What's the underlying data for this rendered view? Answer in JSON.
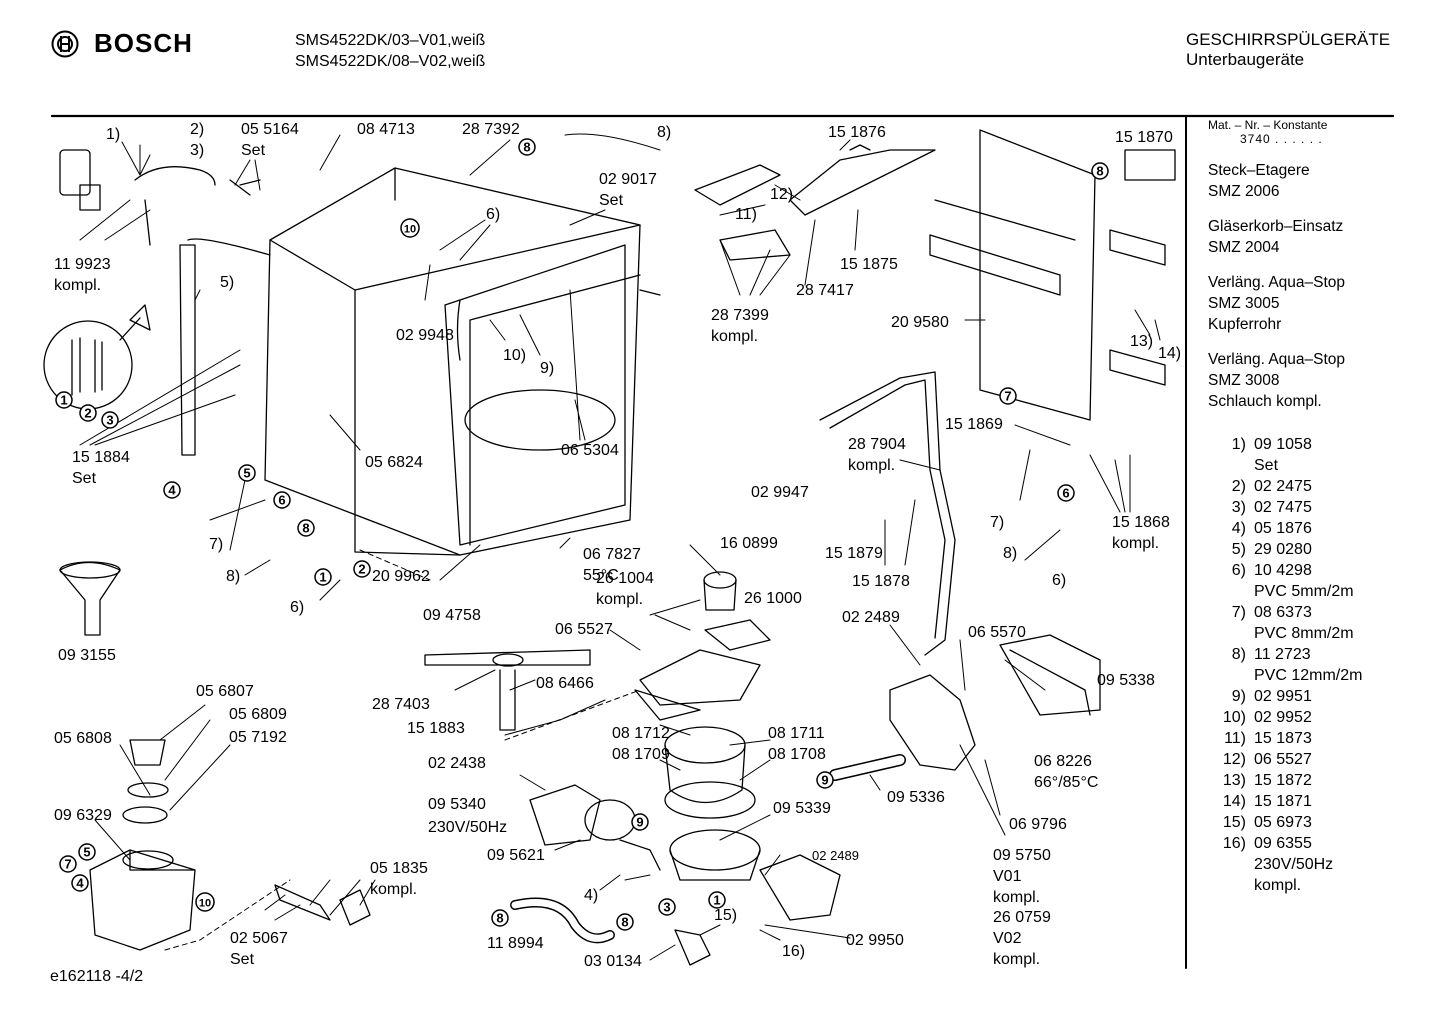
{
  "header": {
    "brand": "BOSCH",
    "models": [
      "SMS4522DK/03–V01,weiß",
      "SMS4522DK/08–V02,weiß"
    ],
    "category": [
      "GESCHIRRSPÜLGERÄTE",
      "Unterbaugeräte"
    ]
  },
  "side_panel": {
    "konstante_label": "Mat. – Nr. – Konstante",
    "konstante_value": "3740 . . . . . .",
    "accessories": [
      [
        "Steck–Etagere",
        "SMZ 2006"
      ],
      [
        "Gläserkorb–Einsatz",
        "SMZ 2004"
      ],
      [
        "Verläng. Aqua–Stop",
        "SMZ 3005",
        "Kupferrohr"
      ],
      [
        "Verläng. Aqua–Stop",
        "SMZ 3008",
        "Schlauch kompl."
      ]
    ],
    "legend": [
      {
        "num": "1)",
        "lines": [
          "09 1058",
          "Set"
        ]
      },
      {
        "num": "2)",
        "lines": [
          "02 2475"
        ]
      },
      {
        "num": "3)",
        "lines": [
          "02 7475"
        ]
      },
      {
        "num": "4)",
        "lines": [
          "05 1876"
        ]
      },
      {
        "num": "5)",
        "lines": [
          "29 0280"
        ]
      },
      {
        "num": "6)",
        "lines": [
          "10 4298",
          "PVC 5mm/2m"
        ]
      },
      {
        "num": "7)",
        "lines": [
          "08 6373",
          "PVC 8mm/2m"
        ]
      },
      {
        "num": "8)",
        "lines": [
          "11 2723",
          "PVC 12mm/2m"
        ]
      },
      {
        "num": "9)",
        "lines": [
          "02 9951"
        ]
      },
      {
        "num": "10)",
        "lines": [
          "02 9952"
        ]
      },
      {
        "num": "11)",
        "lines": [
          "15 1873"
        ]
      },
      {
        "num": "12)",
        "lines": [
          "06 5527"
        ]
      },
      {
        "num": "13)",
        "lines": [
          "15 1872"
        ]
      },
      {
        "num": "14)",
        "lines": [
          "15 1871"
        ]
      },
      {
        "num": "15)",
        "lines": [
          "05 6973"
        ]
      },
      {
        "num": "16)",
        "lines": [
          "09 6355",
          "230V/50Hz",
          "kompl."
        ]
      }
    ]
  },
  "labels": [
    {
      "id": "l-1-top",
      "text": "1)"
    },
    {
      "id": "l-2-top",
      "text": "2)"
    },
    {
      "id": "l-3-top",
      "text": "3)"
    },
    {
      "id": "l-055164",
      "text": "05 5164"
    },
    {
      "id": "l-055164-set",
      "text": "Set"
    },
    {
      "id": "l-084713",
      "text": "08 4713"
    },
    {
      "id": "l-287392",
      "text": "28 7392"
    },
    {
      "id": "l-8-top",
      "text": "8)"
    },
    {
      "id": "l-029017",
      "text": "02 9017"
    },
    {
      "id": "l-029017-set",
      "text": "Set"
    },
    {
      "id": "l-6-top",
      "text": "6)"
    },
    {
      "id": "l-119923",
      "text": "11 9923"
    },
    {
      "id": "l-119923-k",
      "text": "kompl."
    },
    {
      "id": "l-5-left",
      "text": "5)"
    },
    {
      "id": "l-029948",
      "text": "02 9948"
    },
    {
      "id": "l-10-mid",
      "text": "10)"
    },
    {
      "id": "l-9-mid",
      "text": "9)"
    },
    {
      "id": "l-151884",
      "text": "15 1884"
    },
    {
      "id": "l-151884-set",
      "text": "Set"
    },
    {
      "id": "l-056824",
      "text": "05 6824"
    },
    {
      "id": "l-065304",
      "text": "06 5304"
    },
    {
      "id": "l-7-left",
      "text": "7)"
    },
    {
      "id": "l-8-left",
      "text": "8)"
    },
    {
      "id": "l-6-left",
      "text": "6)"
    },
    {
      "id": "l-209962",
      "text": "20 9962"
    },
    {
      "id": "l-094758",
      "text": "09 4758"
    },
    {
      "id": "l-067827",
      "text": "06 7827"
    },
    {
      "id": "l-067827-t",
      "text": "55°C"
    },
    {
      "id": "l-093155",
      "text": "09 3155"
    },
    {
      "id": "l-151876",
      "text": "15 1876"
    },
    {
      "id": "l-12",
      "text": "12)"
    },
    {
      "id": "l-11",
      "text": "11)"
    },
    {
      "id": "l-151875",
      "text": "15 1875"
    },
    {
      "id": "l-287399",
      "text": "28 7399"
    },
    {
      "id": "l-287399-k",
      "text": "kompl."
    },
    {
      "id": "l-287417",
      "text": "28 7417"
    },
    {
      "id": "l-151870",
      "text": "15 1870"
    },
    {
      "id": "l-209580",
      "text": "20 9580"
    },
    {
      "id": "l-13",
      "text": "13)"
    },
    {
      "id": "l-14",
      "text": "14)"
    },
    {
      "id": "l-151869",
      "text": "15 1869"
    },
    {
      "id": "l-287904",
      "text": "28 7904"
    },
    {
      "id": "l-287904-k",
      "text": "kompl."
    },
    {
      "id": "l-029947",
      "text": "02 9947"
    },
    {
      "id": "l-151879",
      "text": "15 1879"
    },
    {
      "id": "l-151878",
      "text": "15 1878"
    },
    {
      "id": "l-7-right",
      "text": "7)"
    },
    {
      "id": "l-8-right",
      "text": "8)"
    },
    {
      "id": "l-6-right",
      "text": "6)"
    },
    {
      "id": "l-151868",
      "text": "15 1868"
    },
    {
      "id": "l-151868-k",
      "text": "kompl."
    },
    {
      "id": "l-160899",
      "text": "16 0899"
    },
    {
      "id": "l-261004",
      "text": "26 1004"
    },
    {
      "id": "l-261004-k",
      "text": "kompl."
    },
    {
      "id": "l-261000",
      "text": "26 1000"
    },
    {
      "id": "l-065527",
      "text": "06 5527"
    },
    {
      "id": "l-022489-a",
      "text": "02 2489"
    },
    {
      "id": "l-065570",
      "text": "06 5570"
    },
    {
      "id": "l-095338",
      "text": "09 5338"
    },
    {
      "id": "l-287403",
      "text": "28 7403"
    },
    {
      "id": "l-086466",
      "text": "08 6466"
    },
    {
      "id": "l-151883",
      "text": "15 1883"
    },
    {
      "id": "l-056807",
      "text": "05 6807"
    },
    {
      "id": "l-056809",
      "text": "05 6809"
    },
    {
      "id": "l-056808",
      "text": "05 6808"
    },
    {
      "id": "l-057192",
      "text": "05 7192"
    },
    {
      "id": "l-096329",
      "text": "09 6329"
    },
    {
      "id": "l-081712",
      "text": "08 1712"
    },
    {
      "id": "l-081711",
      "text": "08 1711"
    },
    {
      "id": "l-081709",
      "text": "08 1709"
    },
    {
      "id": "l-081708",
      "text": "08 1708"
    },
    {
      "id": "l-022438",
      "text": "02 2438"
    },
    {
      "id": "l-095340",
      "text": "09 5340"
    },
    {
      "id": "l-095340-v",
      "text": "230V/50Hz"
    },
    {
      "id": "l-095339",
      "text": "09 5339"
    },
    {
      "id": "l-095336",
      "text": "09 5336"
    },
    {
      "id": "l-068226",
      "text": "06 8226"
    },
    {
      "id": "l-068226-t",
      "text": "66°/85°C"
    },
    {
      "id": "l-069796",
      "text": "06 9796"
    },
    {
      "id": "l-095621",
      "text": "09 5621"
    },
    {
      "id": "l-022489-b",
      "text": "02 2489"
    },
    {
      "id": "l-051835",
      "text": "05 1835"
    },
    {
      "id": "l-051835-k",
      "text": "kompl."
    },
    {
      "id": "l-4-low",
      "text": "4)"
    },
    {
      "id": "l-15-low",
      "text": "15)"
    },
    {
      "id": "l-16-low",
      "text": "16)"
    },
    {
      "id": "l-025067",
      "text": "02 5067"
    },
    {
      "id": "l-025067-set",
      "text": "Set"
    },
    {
      "id": "l-118994",
      "text": "11 8994"
    },
    {
      "id": "l-030134",
      "text": "03 0134"
    },
    {
      "id": "l-029950",
      "text": "02 9950"
    },
    {
      "id": "l-095750",
      "text": "09 5750"
    },
    {
      "id": "l-095750-v",
      "text": "V01"
    },
    {
      "id": "l-095750-k",
      "text": "kompl."
    },
    {
      "id": "l-260759",
      "text": "26 0759"
    },
    {
      "id": "l-260759-v",
      "text": "V02"
    },
    {
      "id": "l-260759-k",
      "text": "kompl."
    }
  ],
  "circled_markers": [
    {
      "id": "c-8-top",
      "text": "8"
    },
    {
      "id": "c-10-top",
      "text": "10"
    },
    {
      "id": "c-1-box",
      "text": "1"
    },
    {
      "id": "c-2-box",
      "text": "2"
    },
    {
      "id": "c-3-box",
      "text": "3"
    },
    {
      "id": "c-5-left",
      "text": "5"
    },
    {
      "id": "c-4-left",
      "text": "4"
    },
    {
      "id": "c-6-left",
      "text": "6"
    },
    {
      "id": "c-8-left",
      "text": "8"
    },
    {
      "id": "c-1-bot",
      "text": "1"
    },
    {
      "id": "c-2-bot",
      "text": "2"
    },
    {
      "id": "c-8-right",
      "text": "8"
    },
    {
      "id": "c-7-right",
      "text": "7"
    },
    {
      "id": "c-6-right",
      "text": "6"
    },
    {
      "id": "c-9-pump",
      "text": "9"
    },
    {
      "id": "c-9-mid",
      "text": "9"
    },
    {
      "id": "c-7-sump",
      "text": "7"
    },
    {
      "id": "c-5-sump",
      "text": "5"
    },
    {
      "id": "c-4-sump",
      "text": "4"
    },
    {
      "id": "c-10-sump",
      "text": "10"
    },
    {
      "id": "c-8-hose-l",
      "text": "8"
    },
    {
      "id": "c-8-hose-r",
      "text": "8"
    },
    {
      "id": "c-3-low",
      "text": "3"
    },
    {
      "id": "c-1-low",
      "text": "1"
    }
  ],
  "footer": {
    "doc_id": "e162118 -4/2"
  }
}
